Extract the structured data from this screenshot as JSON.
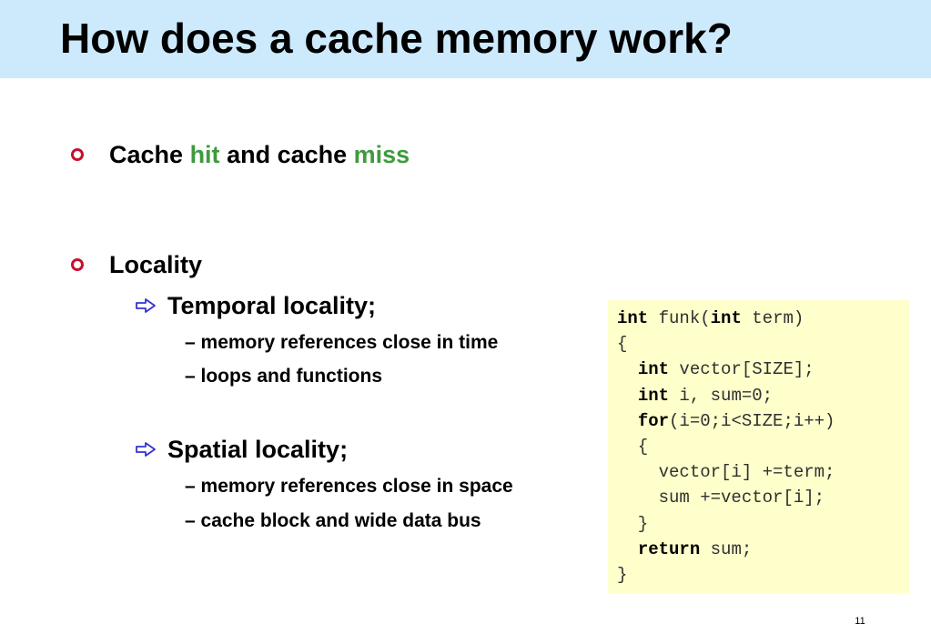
{
  "slide": {
    "title": "How does a cache memory work?",
    "page_number": "11"
  },
  "bullets": {
    "cache": {
      "word_cache": "Cache",
      "word_hit": "hit",
      "word_and_cache": "and cache",
      "word_miss": "miss"
    },
    "locality": {
      "label": "Locality",
      "temporal": {
        "label": "Temporal locality;",
        "items": [
          "memory references close in time",
          "loops and functions"
        ]
      },
      "spatial": {
        "label": "Spatial locality;",
        "items": [
          "memory references close in space",
          "cache block and wide data bus"
        ]
      }
    }
  },
  "code": {
    "lines": [
      [
        {
          "t": "int",
          "kw": true
        },
        {
          "t": " funk(",
          "kw": false
        },
        {
          "t": "int",
          "kw": true
        },
        {
          "t": " term)",
          "kw": false
        }
      ],
      [
        {
          "t": "{",
          "kw": false
        }
      ],
      [
        {
          "t": "  ",
          "kw": false
        },
        {
          "t": "int",
          "kw": true
        },
        {
          "t": " vector[SIZE];",
          "kw": false
        }
      ],
      [
        {
          "t": "  ",
          "kw": false
        },
        {
          "t": "int",
          "kw": true
        },
        {
          "t": " i, sum=0;",
          "kw": false
        }
      ],
      [
        {
          "t": "  ",
          "kw": false
        },
        {
          "t": "for",
          "kw": true
        },
        {
          "t": "(i=0;i<SIZE;i++)",
          "kw": false
        }
      ],
      [
        {
          "t": "  {",
          "kw": false
        }
      ],
      [
        {
          "t": "    vector[i] +=term;",
          "kw": false
        }
      ],
      [
        {
          "t": "    sum +=vector[i];",
          "kw": false
        }
      ],
      [
        {
          "t": "  }",
          "kw": false
        }
      ],
      [
        {
          "t": "  ",
          "kw": false
        },
        {
          "t": "return",
          "kw": true
        },
        {
          "t": " sum;",
          "kw": false
        }
      ],
      [
        {
          "t": "}",
          "kw": false
        }
      ]
    ]
  },
  "colors": {
    "title_background": "#cdeafd",
    "highlight_green": "#3f9a3d",
    "bullet_red": "#c8102e",
    "arrow_blue": "#3333cc",
    "code_background": "#ffffcc"
  }
}
